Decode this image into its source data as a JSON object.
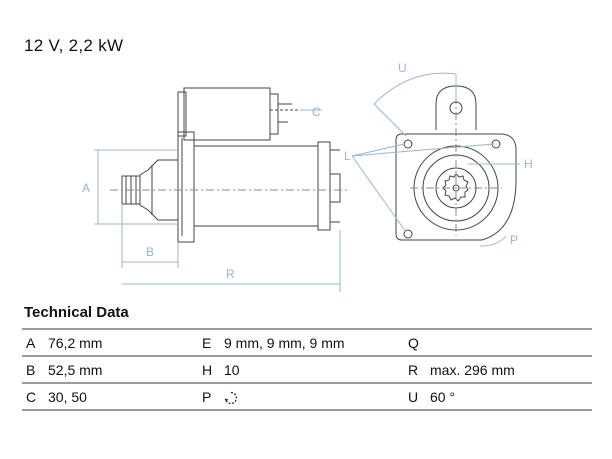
{
  "header": {
    "title": "12 V, 2,2 kW"
  },
  "drawing": {
    "labels": {
      "A": "A",
      "B": "B",
      "C": "C",
      "L": "L",
      "R": "R",
      "H": "H",
      "P": "P",
      "U": "U"
    }
  },
  "tech": {
    "title": "Technical Data",
    "rows": [
      [
        {
          "k": "A",
          "v": "76,2 mm"
        },
        {
          "k": "E",
          "v": "9 mm, 9 mm, 9 mm"
        },
        {
          "k": "Q",
          "v": ""
        }
      ],
      [
        {
          "k": "B",
          "v": "52,5 mm"
        },
        {
          "k": "H",
          "v": "10"
        },
        {
          "k": "R",
          "v": "max. 296 mm"
        }
      ],
      [
        {
          "k": "C",
          "v": "30, 50"
        },
        {
          "k": "P",
          "v": "",
          "icon": "rotation-clockwise-icon"
        },
        {
          "k": "U",
          "v": "60 °"
        }
      ]
    ]
  }
}
